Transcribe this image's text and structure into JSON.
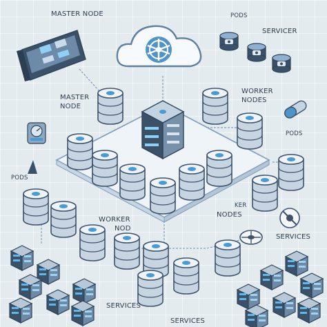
{
  "labels": {
    "master_node_top": "MASTER NODE",
    "master_node_left_line1": "MASTER",
    "master_node_left_line2": "NODE",
    "pods_top": "PODS",
    "servicer": "SERVICER",
    "worker_nodes_right_line1": "WORKER",
    "worker_nodes_right_line2": "NODES",
    "pods_right": "PODS",
    "pods_left": "PODS",
    "worker_nodes_mid_part1": "WORKER",
    "worker_nodes_mid_part2": "NOD",
    "worker_nodes_mid_right1": "KER",
    "worker_nodes_mid_right2": "NODES",
    "services_right": "SERVICES",
    "services_bottom_center": "SERVICES",
    "services_bottom": "SERVICES"
  },
  "icons": {
    "cloud": "kubernetes-helm-wheel",
    "database": "cylinder-stack",
    "server": "server-rack"
  },
  "colors": {
    "background": "#e3ebef",
    "cylinder_body": "#c7d5e3",
    "cylinder_stroke": "#3e526a",
    "node_dot": "#4a9ad3",
    "rack_dark": "#3a5168",
    "connector": "#7e9cba",
    "cloud_fill": "#f7fafc",
    "helm_blue": "#4e93c9"
  }
}
